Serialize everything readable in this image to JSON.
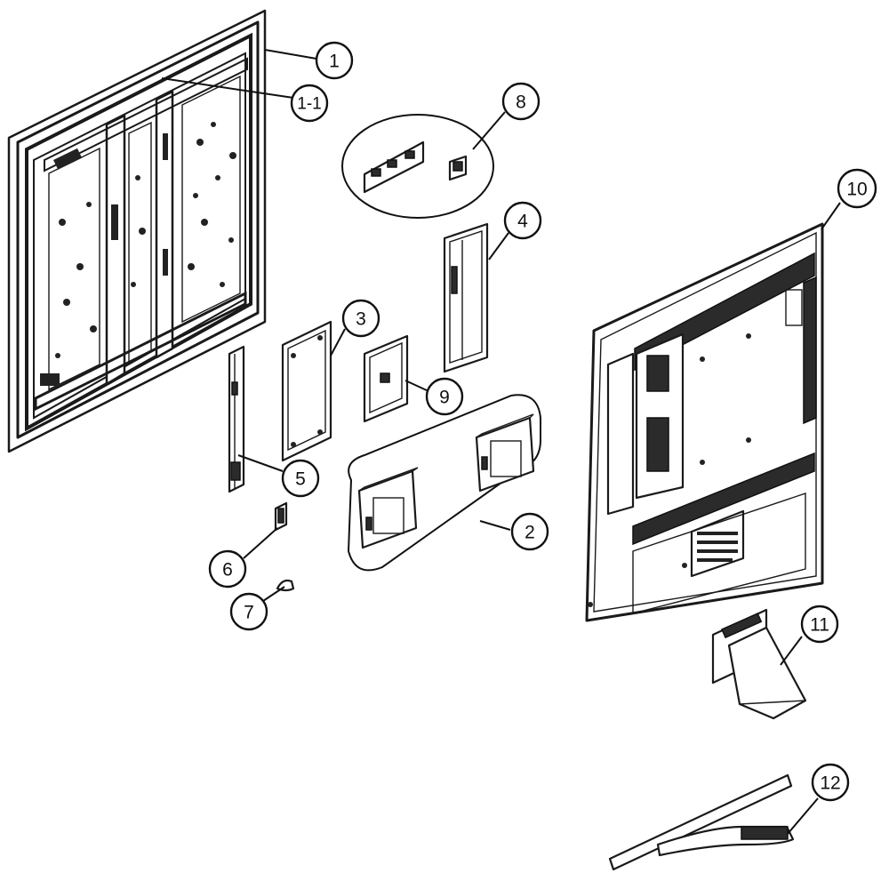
{
  "callouts": {
    "c1": "1",
    "c1_1": "1-1",
    "c2": "2",
    "c3": "3",
    "c4": "4",
    "c5": "5",
    "c6": "6",
    "c7": "7",
    "c8": "8",
    "c9": "9",
    "c10": "10",
    "c11": "11",
    "c12": "12"
  },
  "colors": {
    "line": "#1a1a1a",
    "background": "#ffffff"
  }
}
